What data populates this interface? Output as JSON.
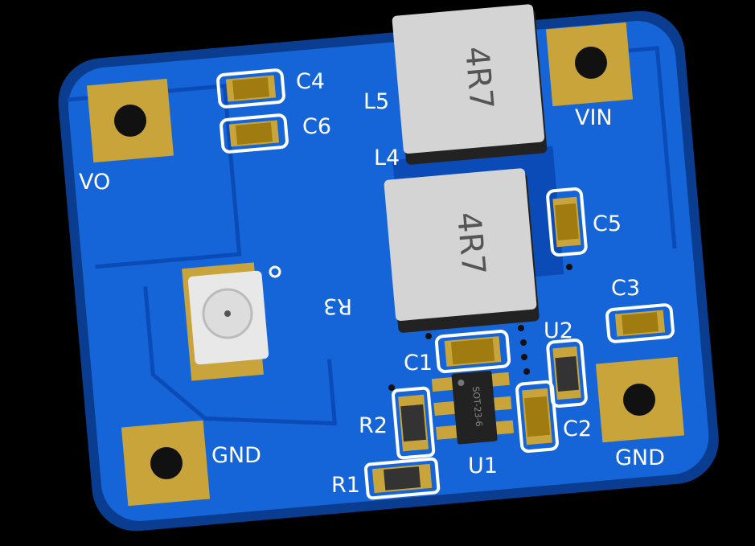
{
  "board": {
    "colors": {
      "background": "#000000",
      "board_edge": "#0a3d8f",
      "copper_fill": "#1565d8",
      "mask_dark": "#0b4bb8",
      "pad": "#c9a43a",
      "silk": "#ffffff",
      "inductor": "#d4d4d4",
      "ic": "#222222"
    },
    "connectors": {
      "vo": "VO",
      "vin": "VIN",
      "gnd_left": "GND",
      "gnd_right": "GND"
    },
    "refs": {
      "c4": "C4",
      "c6": "C6",
      "l5": "L5",
      "l4": "L4",
      "c5": "C5",
      "r3": "R3",
      "c3": "C3",
      "u2": "U2",
      "c1": "C1",
      "r2": "R2",
      "c2": "C2",
      "r1": "R1",
      "u1": "U1"
    },
    "inductor_marking_top": "4R7",
    "inductor_marking_bottom": "4R7",
    "ic_marking": "SOT-23-6"
  }
}
